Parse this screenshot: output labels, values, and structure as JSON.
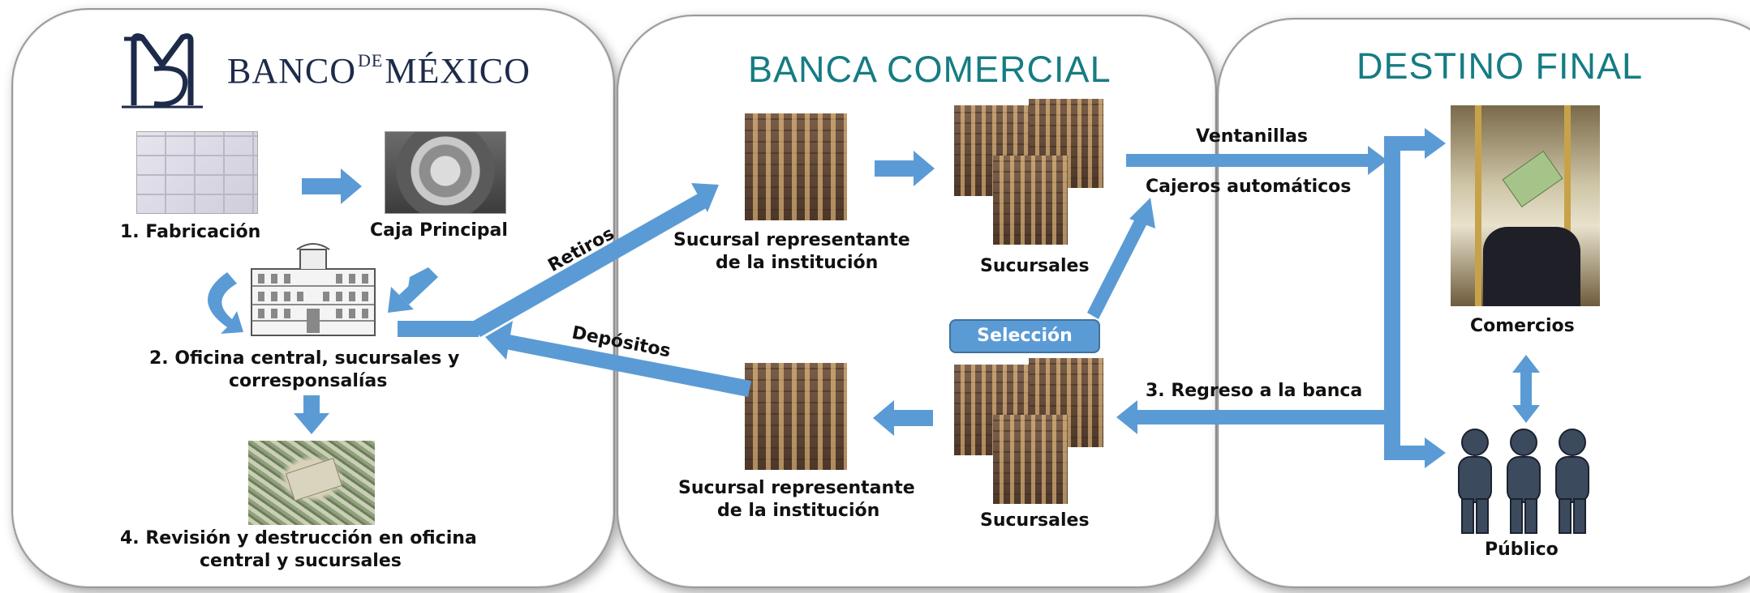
{
  "colors": {
    "arrow": "#5b9bd5",
    "title": "#167c83",
    "selection_bg": "#5b9bd5"
  },
  "logo": {
    "text_banco": "BANCO",
    "text_de": "DE",
    "text_mexico": "MÉXICO"
  },
  "panels": {
    "banxico": {
      "fabricacion": "1. Fabricación",
      "caja": "Caja Principal",
      "oficina_line1": "2. Oficina central, sucursales y",
      "oficina_line2": "corresponsalías",
      "revision_line1": "4. Revisión y destrucción en oficina",
      "revision_line2": "central y sucursales"
    },
    "banca": {
      "title": "BANCA COMERCIAL",
      "rep_top_line1": "Sucursal representante",
      "rep_top_line2": "de la institución",
      "sucursales_top": "Sucursales",
      "seleccion": "Selección",
      "rep_bottom_line1": "Sucursal representante",
      "rep_bottom_line2": "de la institución",
      "sucursales_bottom": "Sucursales"
    },
    "destino": {
      "title": "DESTINO FINAL",
      "comercios": "Comercios",
      "publico": "Público"
    }
  },
  "arrow_labels": {
    "retiros": "Retiros",
    "depositos": "Depósitos",
    "ventanillas": "Ventanillas",
    "cajeros": "Cajeros automáticos",
    "regreso": "3. Regreso a la banca"
  }
}
